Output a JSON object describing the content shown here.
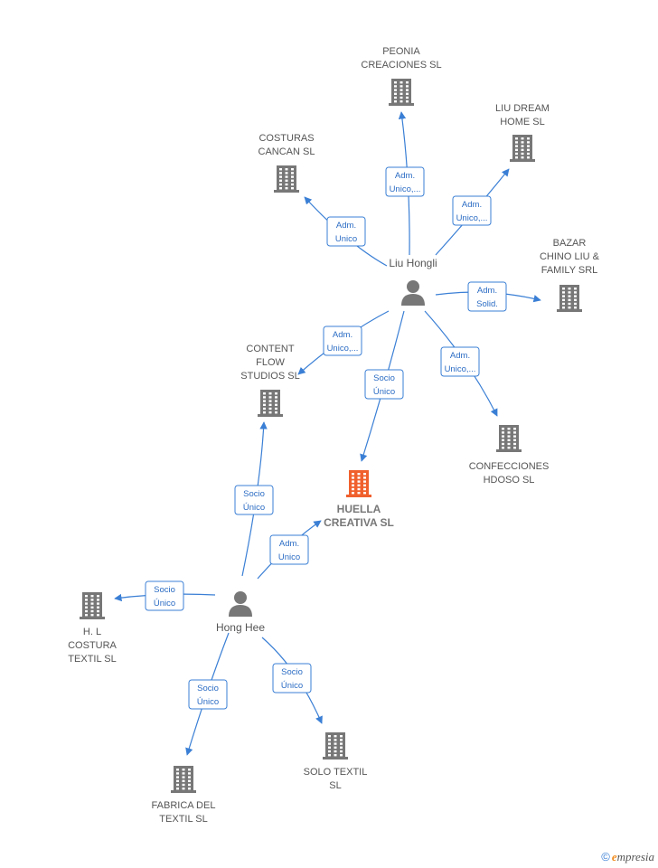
{
  "colors": {
    "edge": "#3a7fd5",
    "building": "#777777",
    "focus_building": "#f0602d",
    "person": "#777777"
  },
  "people": [
    {
      "id": "liu",
      "name": "Liu Hongli"
    },
    {
      "id": "hong",
      "name": "Hong Hee"
    }
  ],
  "companies": [
    {
      "id": "peonia",
      "lines": [
        "PEONIA",
        "CREACIONES SL"
      ]
    },
    {
      "id": "liudream",
      "lines": [
        "LIU DREAM",
        "HOME  SL"
      ]
    },
    {
      "id": "costuras",
      "lines": [
        "COSTURAS",
        "CANCAN  SL"
      ]
    },
    {
      "id": "bazar",
      "lines": [
        "BAZAR",
        "CHINO LIU &",
        "FAMILY SRL"
      ]
    },
    {
      "id": "content",
      "lines": [
        "CONTENT",
        "FLOW",
        "STUDIOS  SL"
      ]
    },
    {
      "id": "confecciones",
      "lines": [
        "CONFECCIONES",
        "HDOSO  SL"
      ]
    },
    {
      "id": "huella",
      "lines": [
        "HUELLA",
        "CREATIVA  SL"
      ],
      "focus": true
    },
    {
      "id": "hl",
      "lines": [
        "H. L",
        "COSTURA",
        "TEXTIL  SL"
      ]
    },
    {
      "id": "solo",
      "lines": [
        "SOLO TEXTIL",
        "SL"
      ]
    },
    {
      "id": "fabrica",
      "lines": [
        "FABRICA DEL",
        "TEXTIL  SL"
      ]
    }
  ],
  "edges": [
    {
      "from": "liu",
      "to": "peonia",
      "label": [
        "Adm.",
        "Unico,..."
      ]
    },
    {
      "from": "liu",
      "to": "liudream",
      "label": [
        "Adm.",
        "Unico,..."
      ]
    },
    {
      "from": "liu",
      "to": "costuras",
      "label": [
        "Adm.",
        "Unico"
      ]
    },
    {
      "from": "liu",
      "to": "bazar",
      "label": [
        "Adm.",
        "Solid."
      ]
    },
    {
      "from": "liu",
      "to": "content",
      "label": [
        "Adm.",
        "Unico,..."
      ]
    },
    {
      "from": "liu",
      "to": "confecciones",
      "label": [
        "Adm.",
        "Unico,..."
      ]
    },
    {
      "from": "liu",
      "to": "huella",
      "label": [
        "Socio",
        "Único"
      ]
    },
    {
      "from": "hong",
      "to": "content",
      "label": [
        "Socio",
        "Único"
      ]
    },
    {
      "from": "hong",
      "to": "huella",
      "label": [
        "Adm.",
        "Unico"
      ]
    },
    {
      "from": "hong",
      "to": "hl",
      "label": [
        "Socio",
        "Único"
      ]
    },
    {
      "from": "hong",
      "to": "fabrica",
      "label": [
        "Socio",
        "Único"
      ]
    },
    {
      "from": "hong",
      "to": "solo",
      "label": [
        "Socio",
        "Único"
      ]
    }
  ],
  "footer": {
    "copyright_symbol": "©",
    "brand_initial": "e",
    "brand_rest": "mpresia"
  }
}
